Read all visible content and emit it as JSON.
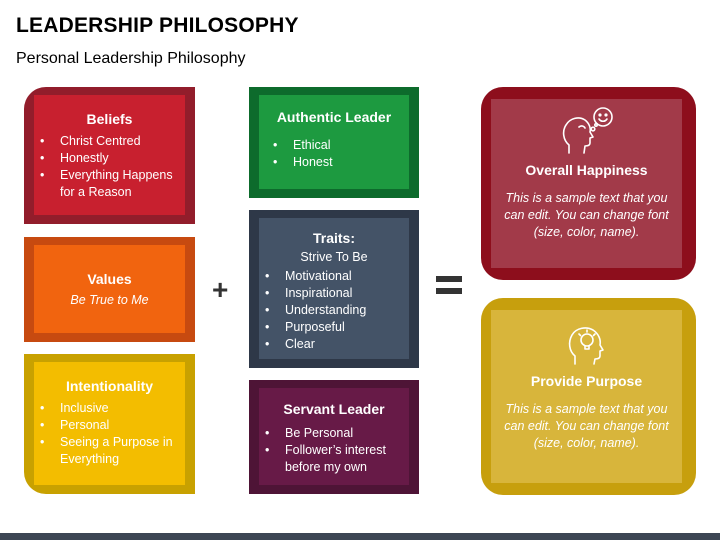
{
  "title": "LEADERSHIP PHILOSOPHY",
  "subtitle": "Personal Leadership Philosophy",
  "beliefs": {
    "heading": "Beliefs",
    "items": [
      "Christ Centred",
      "Honestly",
      "Everything Happens for a Reason"
    ]
  },
  "values": {
    "heading": "Values",
    "text": "Be True to Me"
  },
  "intentionality": {
    "heading": "Intentionality",
    "items": [
      "Inclusive",
      "Personal",
      "Seeing a Purpose in Everything"
    ]
  },
  "authentic": {
    "heading": "Authentic Leader",
    "items": [
      "Ethical",
      "Honest"
    ]
  },
  "traits": {
    "heading": "Traits:",
    "subheading": "Strive To Be",
    "items": [
      "Motivational",
      "Inspirational",
      "Understanding",
      "Purposeful",
      "Clear"
    ]
  },
  "servant": {
    "heading": "Servant Leader",
    "items": [
      "Be Personal",
      "Follower’s interest before my own"
    ]
  },
  "plus_symbol": "+",
  "happiness": {
    "heading": "Overall Happiness",
    "text": "This is a sample text that you can edit. You can change font (size, color, name).",
    "icon": "thinking-head-smiley-icon"
  },
  "purpose": {
    "heading": "Provide Purpose",
    "text": "This is a sample text that you can edit. You can change font (size, color, name).",
    "icon": "head-lightbulb-icon"
  },
  "colors": {
    "beliefs": "#c8202f",
    "values": "#f1640f",
    "intentionality": "#f3bd00",
    "authentic": "#1d9a40",
    "traits": "#445367",
    "servant": "#671a47",
    "happiness": "#a23a49",
    "purpose": "#d8b53b"
  }
}
